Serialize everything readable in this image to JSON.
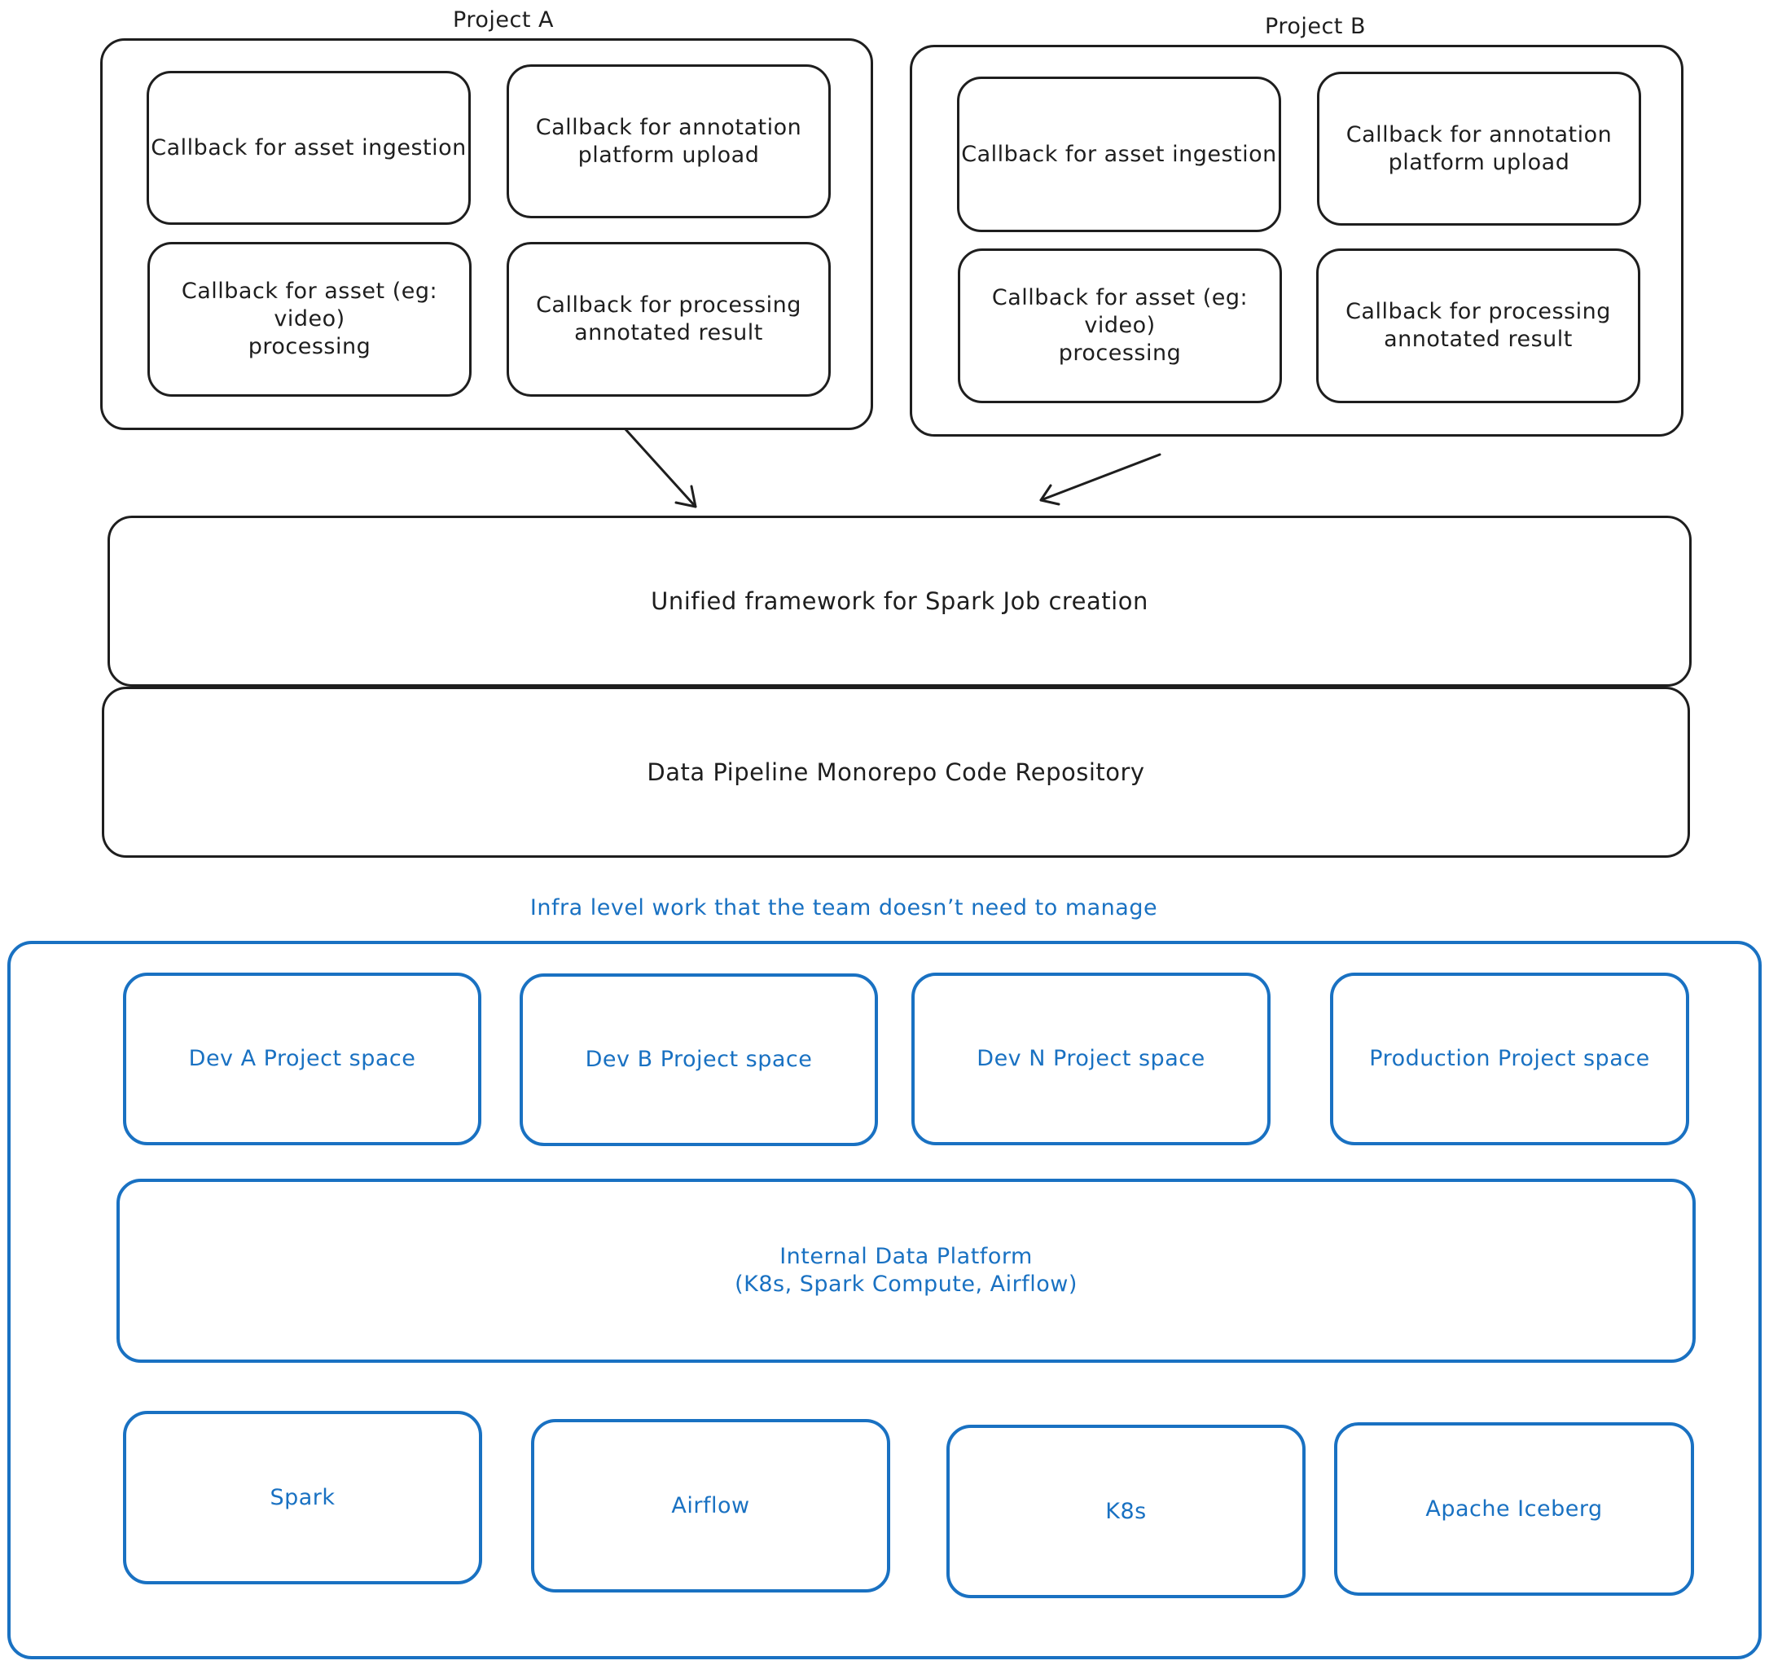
{
  "project_a": {
    "title": "Project A",
    "callbacks": [
      "Callback for asset ingestion",
      "Callback for annotation\nplatform upload",
      "Callback for asset (eg: video)\nprocessing",
      "Callback for processing\nannotated result"
    ]
  },
  "project_b": {
    "title": "Project B",
    "callbacks": [
      "Callback for asset ingestion",
      "Callback for annotation\nplatform upload",
      "Callback for asset (eg: video)\nprocessing",
      "Callback for processing\nannotated result"
    ]
  },
  "framework": "Unified framework for Spark Job creation",
  "repository": "Data Pipeline Monorepo Code Repository",
  "infra": {
    "title": "Infra level work that the team doesn’t need to manage",
    "spaces": [
      "Dev A Project space",
      "Dev B Project space",
      "Dev N Project space",
      "Production Project space"
    ],
    "platform": "Internal Data Platform\n(K8s, Spark Compute, Airflow)",
    "tools": [
      "Spark",
      "Airflow",
      "K8s",
      "Apache Iceberg"
    ]
  },
  "colors": {
    "ink": "#1e1e1e",
    "infra_blue": "#1971c2"
  }
}
